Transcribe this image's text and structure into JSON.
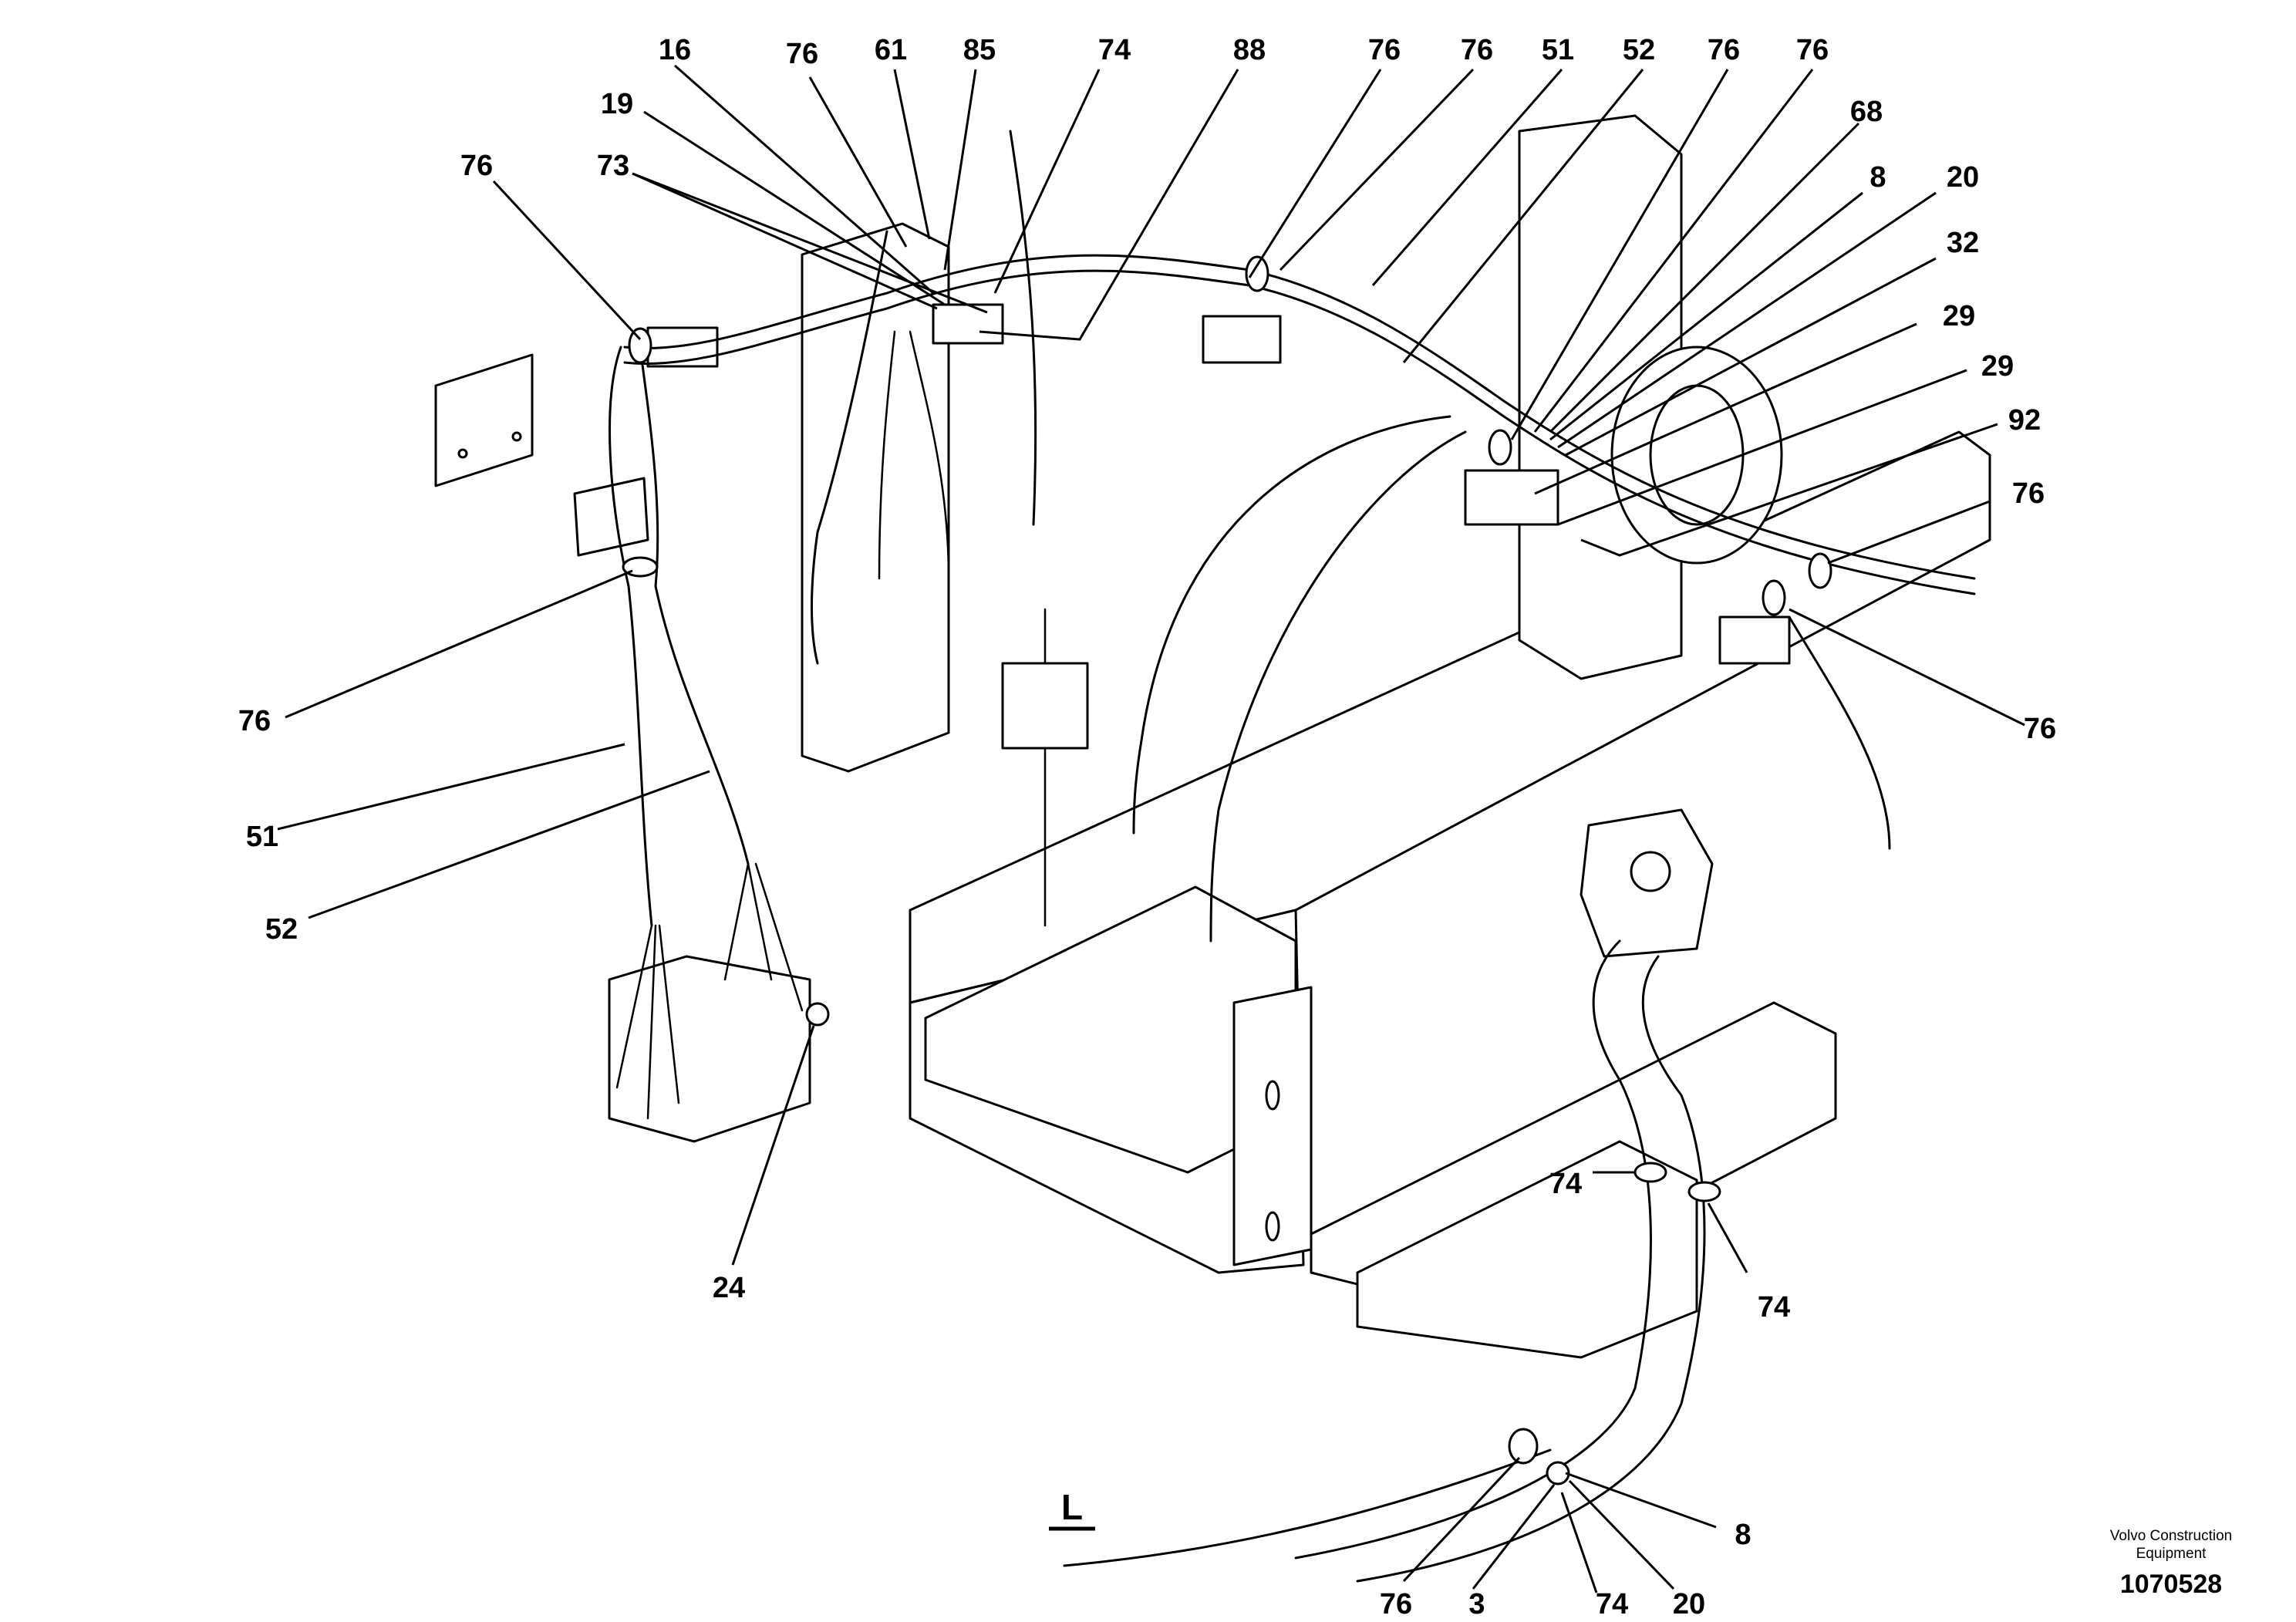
{
  "drawing": {
    "view_label": "L",
    "brand": "Volvo Construction",
    "brand_line2": "Equipment",
    "doc_number": "1070528"
  },
  "callouts": [
    {
      "id": "c-16",
      "text": "16"
    },
    {
      "id": "c-76a",
      "text": "76"
    },
    {
      "id": "c-61",
      "text": "61"
    },
    {
      "id": "c-85",
      "text": "85"
    },
    {
      "id": "c-74a",
      "text": "74"
    },
    {
      "id": "c-88",
      "text": "88"
    },
    {
      "id": "c-76b",
      "text": "76"
    },
    {
      "id": "c-76c",
      "text": "76"
    },
    {
      "id": "c-51a",
      "text": "51"
    },
    {
      "id": "c-52a",
      "text": "52"
    },
    {
      "id": "c-76d",
      "text": "76"
    },
    {
      "id": "c-76e",
      "text": "76"
    },
    {
      "id": "c-19",
      "text": "19"
    },
    {
      "id": "c-68",
      "text": "68"
    },
    {
      "id": "c-76f",
      "text": "76"
    },
    {
      "id": "c-73",
      "text": "73"
    },
    {
      "id": "c-8a",
      "text": "8"
    },
    {
      "id": "c-20a",
      "text": "20"
    },
    {
      "id": "c-32",
      "text": "32"
    },
    {
      "id": "c-29a",
      "text": "29"
    },
    {
      "id": "c-29b",
      "text": "29"
    },
    {
      "id": "c-92",
      "text": "92"
    },
    {
      "id": "c-76g",
      "text": "76"
    },
    {
      "id": "c-76h",
      "text": "76"
    },
    {
      "id": "c-76i",
      "text": "76"
    },
    {
      "id": "c-51b",
      "text": "51"
    },
    {
      "id": "c-52b",
      "text": "52"
    },
    {
      "id": "c-24",
      "text": "24"
    },
    {
      "id": "c-74b",
      "text": "74"
    },
    {
      "id": "c-74c",
      "text": "74"
    },
    {
      "id": "c-8b",
      "text": "8"
    },
    {
      "id": "c-76j",
      "text": "76"
    },
    {
      "id": "c-3",
      "text": "3"
    },
    {
      "id": "c-74d",
      "text": "74"
    },
    {
      "id": "c-20b",
      "text": "20"
    }
  ]
}
